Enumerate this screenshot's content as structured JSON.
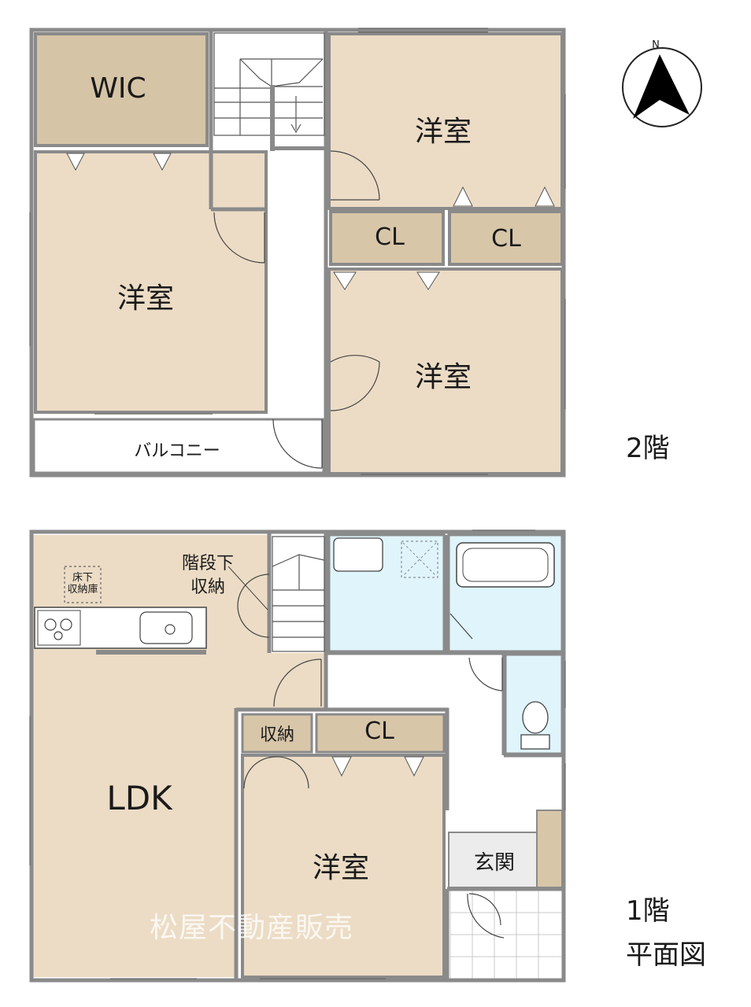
{
  "floor2": {
    "wic": "WIC",
    "room_ne": "洋室",
    "room_w": "洋室",
    "room_e": "洋室",
    "cl_left": "CL",
    "cl_right": "CL",
    "balcony": "バルコニー",
    "floor_label": "2階"
  },
  "floor1": {
    "underfloor_storage": "床下\n収納庫",
    "stair_storage": "階段下\n収納",
    "ldk": "LDK",
    "storage": "収納",
    "cl": "CL",
    "room": "洋室",
    "entrance": "玄関",
    "floor_label": "1階",
    "plan_label": "平面図"
  },
  "compass": {
    "north": "N"
  },
  "watermark": "松屋不動産販売",
  "colors": {
    "room": "#ecdcc5",
    "storage": "#d8c6a9",
    "wic": "#d5c4a6",
    "wet": "#dff4fb",
    "wall": "#8a8a8a",
    "entrance": "#ececec"
  }
}
